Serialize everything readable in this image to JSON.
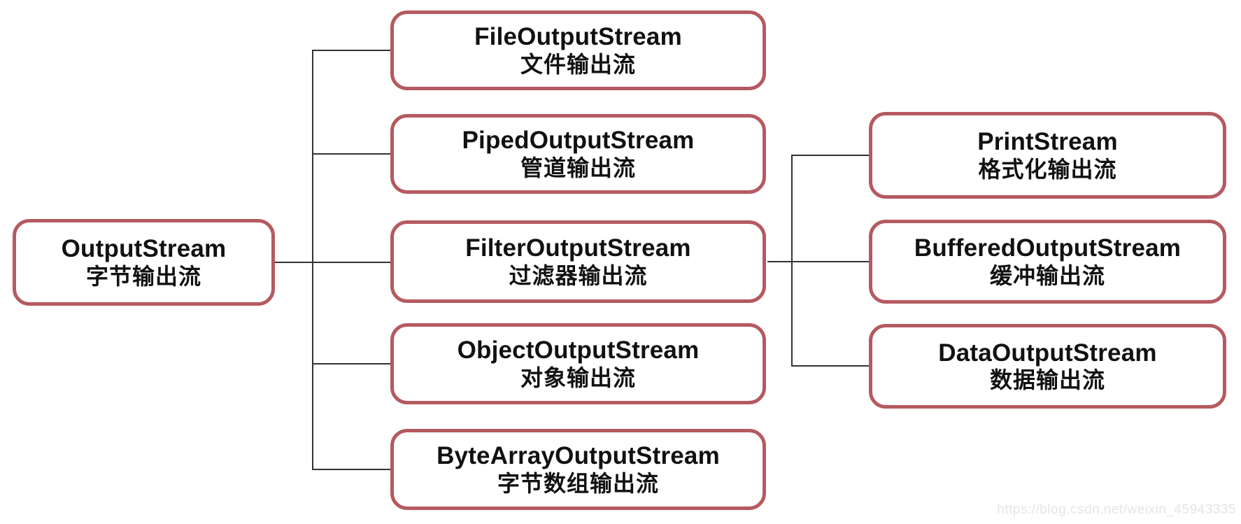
{
  "colors": {
    "box_border": "#b55a60",
    "line": "#333333",
    "text": "#111111",
    "watermark": "#e5e5e5",
    "background": "#ffffff"
  },
  "nodes": {
    "output": {
      "en": "OutputStream",
      "zh": "字节输出流"
    },
    "file": {
      "en": "FileOutputStream",
      "zh": "文件输出流"
    },
    "piped": {
      "en": "PipedOutputStream",
      "zh": "管道输出流"
    },
    "filter": {
      "en": "FilterOutputStream",
      "zh": "过滤器输出流"
    },
    "object": {
      "en": "ObjectOutputStream",
      "zh": "对象输出流"
    },
    "bytearray": {
      "en": "ByteArrayOutputStream",
      "zh": "字节数组输出流"
    },
    "print": {
      "en": "PrintStream",
      "zh": "格式化输出流"
    },
    "buffered": {
      "en": "BufferedOutputStream",
      "zh": "缓冲输出流"
    },
    "data": {
      "en": "DataOutputStream",
      "zh": "数据输出流"
    }
  },
  "watermark": {
    "text": "https://blog.csdn.net/weixin_45943335"
  }
}
